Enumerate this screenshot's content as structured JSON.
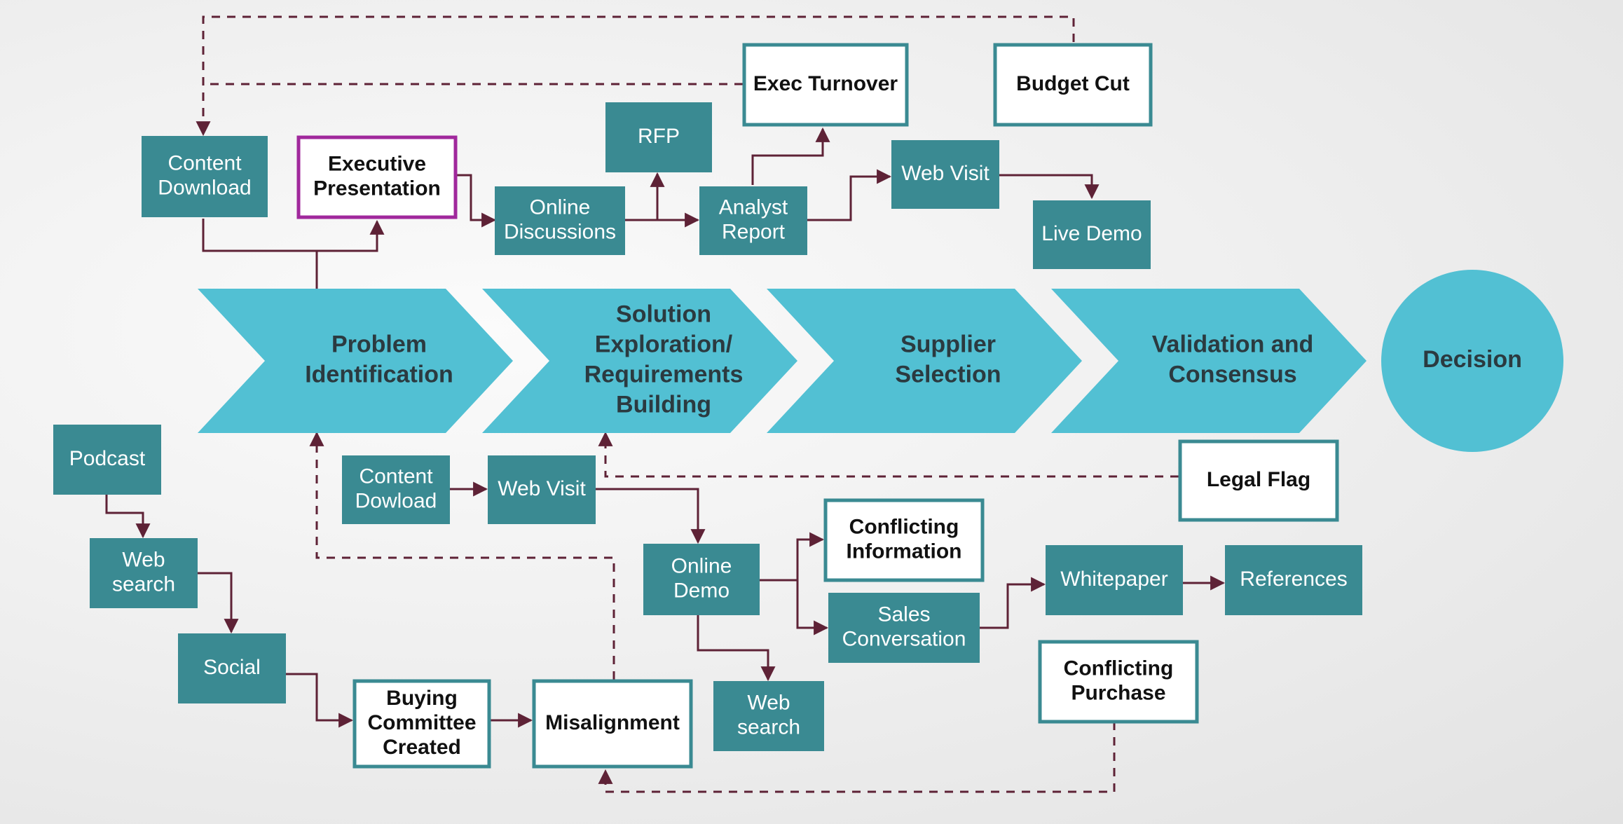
{
  "colors": {
    "teal_box": "#3a8a92",
    "stage_fill": "#52c0d3",
    "white_box_border": "#3a8a92",
    "highlight_border": "#a0289c",
    "connector": "#5e2236"
  },
  "stages": [
    {
      "id": "problem",
      "lines": [
        "Problem",
        "Identification"
      ]
    },
    {
      "id": "solution",
      "lines": [
        "Solution",
        "Exploration/",
        "Requirements",
        "Building"
      ]
    },
    {
      "id": "supplier",
      "lines": [
        "Supplier",
        "Selection"
      ]
    },
    {
      "id": "validation",
      "lines": [
        "Validation and",
        "Consensus"
      ]
    }
  ],
  "decision": {
    "lines": [
      "Decision"
    ]
  },
  "nodes": {
    "content_download_top": {
      "lines": [
        "Content",
        "Download"
      ],
      "style": "teal"
    },
    "executive_presentation": {
      "lines": [
        "Executive",
        "Presentation"
      ],
      "style": "highlight"
    },
    "online_discussions": {
      "lines": [
        "Online",
        "Discussions"
      ],
      "style": "teal"
    },
    "rfp": {
      "lines": [
        "RFP"
      ],
      "style": "teal"
    },
    "analyst_report": {
      "lines": [
        "Analyst",
        "Report"
      ],
      "style": "teal"
    },
    "exec_turnover": {
      "lines": [
        "Exec Turnover"
      ],
      "style": "white"
    },
    "budget_cut": {
      "lines": [
        "Budget Cut"
      ],
      "style": "white"
    },
    "web_visit_top": {
      "lines": [
        "Web Visit"
      ],
      "style": "teal"
    },
    "live_demo": {
      "lines": [
        "Live Demo"
      ],
      "style": "teal"
    },
    "podcast": {
      "lines": [
        "Podcast"
      ],
      "style": "teal"
    },
    "web_search_left": {
      "lines": [
        "Web",
        "search"
      ],
      "style": "teal"
    },
    "social": {
      "lines": [
        "Social"
      ],
      "style": "teal"
    },
    "buying_committee": {
      "lines": [
        "Buying",
        "Committee",
        "Created"
      ],
      "style": "white"
    },
    "misalignment": {
      "lines": [
        "Misalignment"
      ],
      "style": "white"
    },
    "content_dowload_mid": {
      "lines": [
        "Content",
        "Dowload"
      ],
      "style": "teal"
    },
    "web_visit_mid": {
      "lines": [
        "Web Visit"
      ],
      "style": "teal"
    },
    "online_demo": {
      "lines": [
        "Online",
        "Demo"
      ],
      "style": "teal"
    },
    "conflicting_information": {
      "lines": [
        "Conflicting",
        "Information"
      ],
      "style": "white"
    },
    "sales_conversation": {
      "lines": [
        "Sales",
        "Conversation"
      ],
      "style": "teal"
    },
    "web_search_bottom": {
      "lines": [
        "Web",
        "search"
      ],
      "style": "teal"
    },
    "whitepaper": {
      "lines": [
        "Whitepaper"
      ],
      "style": "teal"
    },
    "references": {
      "lines": [
        "References"
      ],
      "style": "teal"
    },
    "legal_flag": {
      "lines": [
        "Legal Flag"
      ],
      "style": "white"
    },
    "conflicting_purchase": {
      "lines": [
        "Conflicting",
        "Purchase"
      ],
      "style": "white"
    }
  }
}
